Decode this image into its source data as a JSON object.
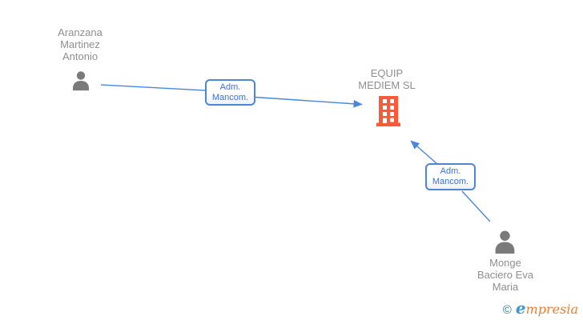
{
  "diagram": {
    "nodes": {
      "person1": {
        "name": "Aranzana Martinez Antonio",
        "type": "person"
      },
      "company": {
        "name": "EQUIP MEDIEM SL",
        "type": "company"
      },
      "person2": {
        "name": "Monge Baciero Eva Maria",
        "type": "person"
      }
    },
    "edges": [
      {
        "from": "Aranzana Martinez Antonio",
        "to": "EQUIP MEDIEM SL",
        "label": "Adm. Mancom."
      },
      {
        "from": "Monge Baciero Eva Maria",
        "to": "EQUIP MEDIEM SL",
        "label": "Adm. Mancom."
      }
    ]
  },
  "footer": {
    "copyright_symbol": "©",
    "brand_initial": "e",
    "brand_rest": "mpresia"
  },
  "colors": {
    "edge_blue": "#4a86dd",
    "label_text_blue": "#3e74d3",
    "label_border_blue": "#4d86d6",
    "node_text_gray": "#8f8f8f",
    "person_icon_gray": "#7a7a7a",
    "company_icon_orange": "#f95b38",
    "logo_teal": "#2d7f8e",
    "logo_blue": "#3a97dd",
    "logo_orange": "#ee7d2e"
  }
}
